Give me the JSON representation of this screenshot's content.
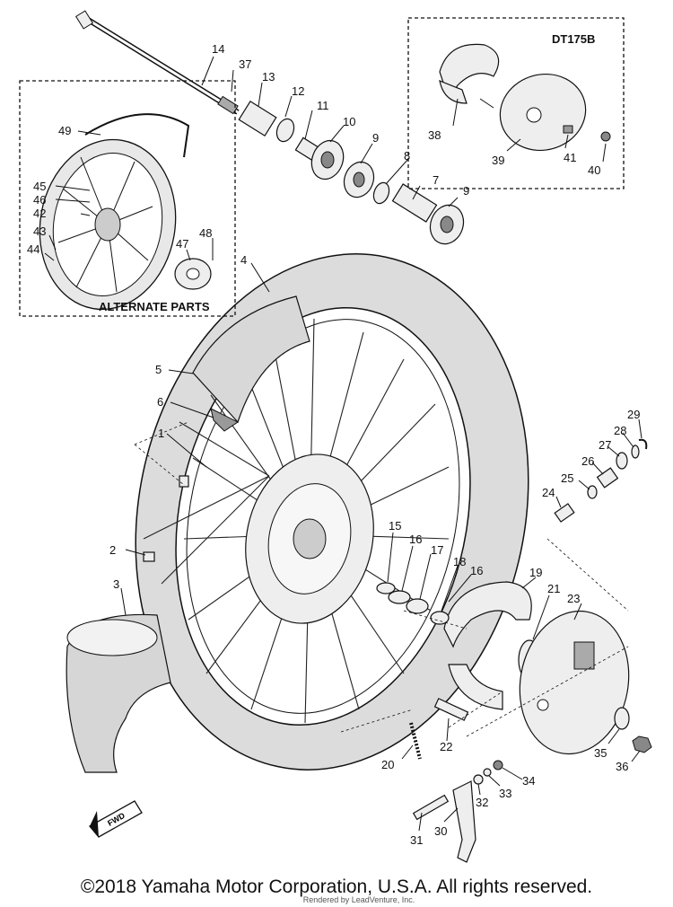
{
  "diagram": {
    "box_labels": {
      "model": "DT175B",
      "alternate": "ALTERNATE PARTS"
    },
    "fwd_label": "FWD",
    "callouts": [
      "1",
      "2",
      "3",
      "4",
      "5",
      "6",
      "7",
      "8",
      "9",
      "9",
      "10",
      "11",
      "12",
      "13",
      "14",
      "15",
      "16",
      "16",
      "17",
      "18",
      "19",
      "20",
      "21",
      "22",
      "23",
      "24",
      "25",
      "26",
      "27",
      "28",
      "29",
      "30",
      "31",
      "32",
      "33",
      "34",
      "35",
      "36",
      "37",
      "38",
      "39",
      "40",
      "41",
      "42",
      "43",
      "44",
      "45",
      "46",
      "47",
      "48",
      "49"
    ]
  },
  "footer": {
    "copyright": "©2018 Yamaha Motor Corporation, U.S.A. All rights reserved.",
    "rendered_by": "Rendered by LeadVenture, Inc."
  }
}
